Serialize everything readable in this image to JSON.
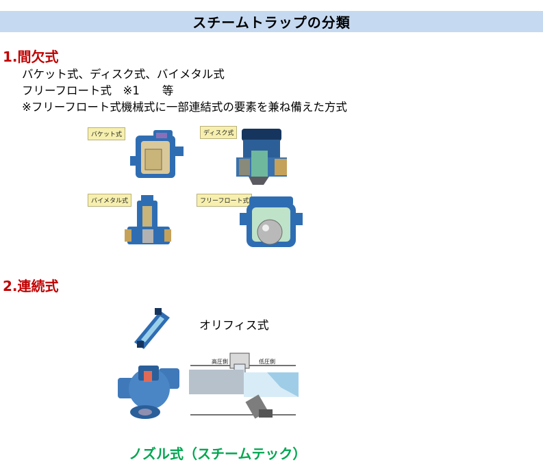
{
  "title": "スチームトラップの分類",
  "section1": {
    "heading": "1.間欠式",
    "lines": [
      "バケット式、ディスク式、バイメタル式",
      "フリーフロート式　※1　　等",
      "※フリーフロート式機械式に一部連結式の要素を兼ね備えた方式"
    ],
    "labels": {
      "bucket": "バケット式",
      "disc": "ディスク式",
      "bimetal": "バイメタル式",
      "freefloat": "フリーフロート式"
    }
  },
  "section2": {
    "heading": "2.連続式",
    "orifice_label": "オリフィス式",
    "diagram_labels": {
      "high": "高圧側",
      "low": "低圧側"
    },
    "nozzle_label": "ノズル式（スチームテック）"
  }
}
